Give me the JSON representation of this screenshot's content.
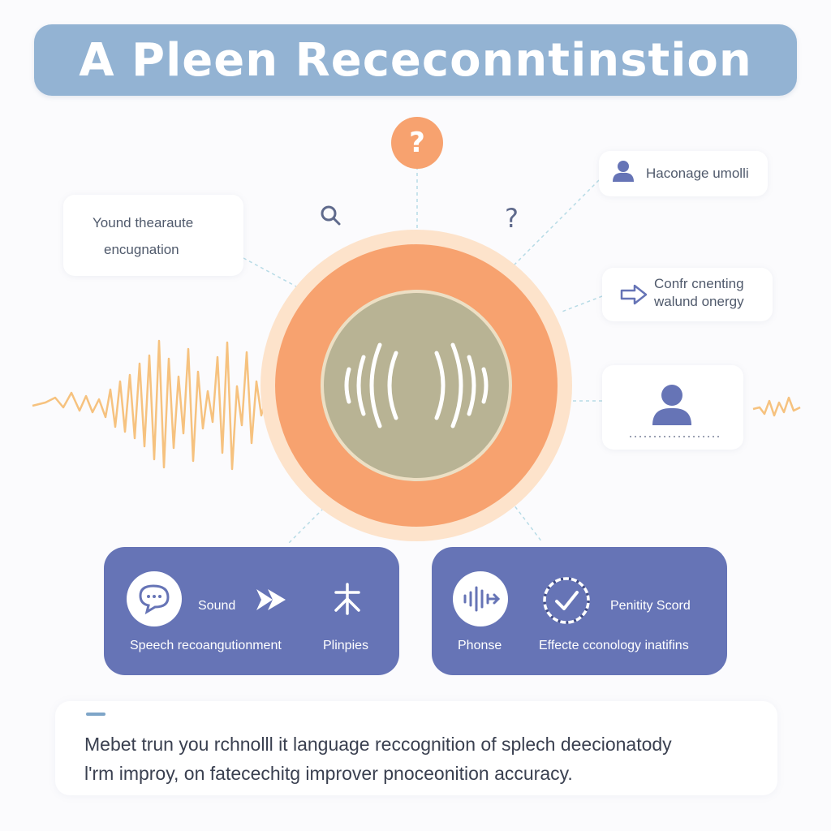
{
  "title": "A Pleen Receconntinstion",
  "left_note": {
    "line1": "Yound thearaute",
    "line2": "encugnation"
  },
  "right_note_1": "Haconage umolli",
  "right_note_2": {
    "line1": "Confr cnenting",
    "line2": "walund onergy"
  },
  "top_badge": "?",
  "question_mark": "?",
  "panel_left": {
    "label_sound": "Sound",
    "label_speech": "Speech recoangutionment",
    "label_plinples": "Plinpies"
  },
  "panel_right": {
    "label_phonse": "Phonse",
    "label_score": "Penitity Scord",
    "label_effect": "Effecte cconology inatifins"
  },
  "footer": {
    "line1": "Mebet trun you rchnolll it language reccognition of splech deecionatody",
    "line2": "l'rm improy, on fatecechitg improver pnoceonition accuracy."
  },
  "colors": {
    "title_bg": "#93b3d3",
    "panel_bg": "#6674b6",
    "orange": "#f7a26f",
    "wave": "#f6c27f",
    "core": "#b8b394",
    "user_icon": "#6674b6"
  },
  "icons": [
    "question-icon",
    "search-icon",
    "user-icon",
    "arrow-right-icon",
    "chat-bubble-icon",
    "fast-forward-icon",
    "asterisk-icon",
    "audio-waveform-icon",
    "checkmark-gauge-icon"
  ]
}
